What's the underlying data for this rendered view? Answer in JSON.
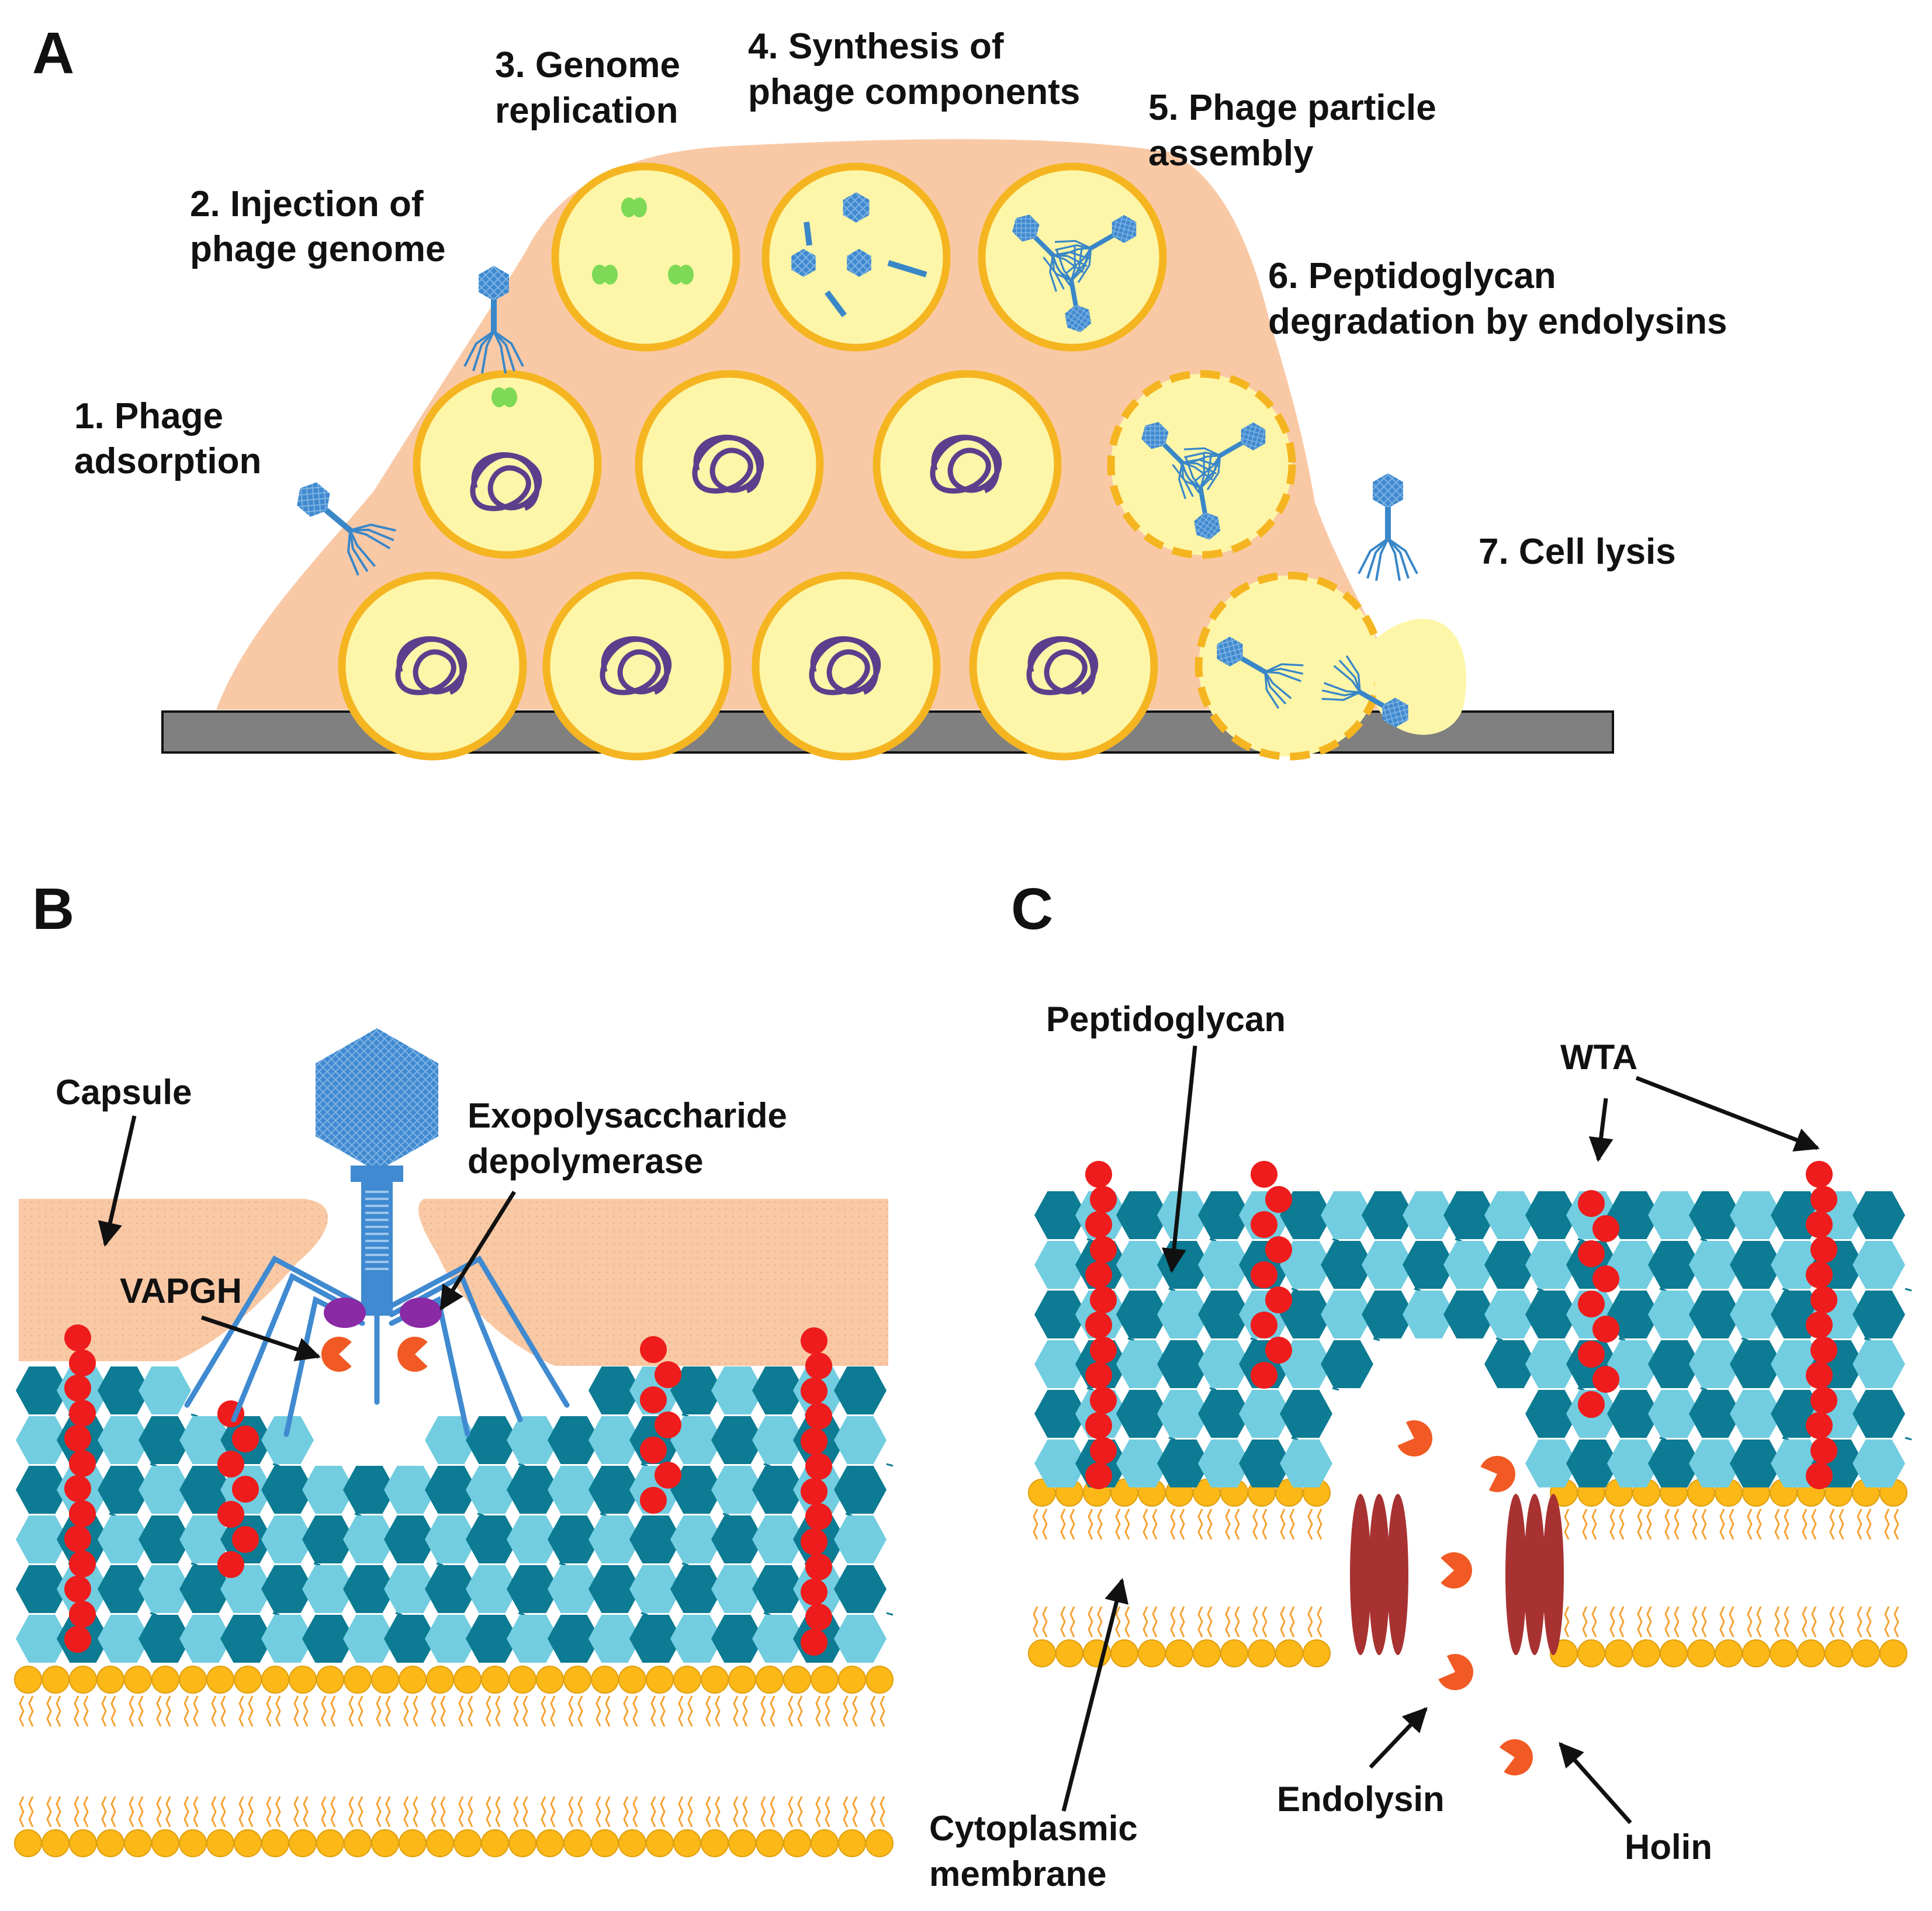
{
  "colors": {
    "biofilm": "#f9c9a6",
    "cell_fill": "#fdf6a8",
    "cell_border": "#f5b521",
    "dna": "#5b3f8c",
    "phage_genome": "#7ed957",
    "phage": "#3a87c8",
    "substrate": "#808080",
    "glycan_dark": "#0c7b93",
    "glycan_light": "#72cde0",
    "wta": "#ee1c1c",
    "lipid_head": "#fbb817",
    "lipid_tail": "#f4a233",
    "endolysin": "#f15a24",
    "holin": "#a83232",
    "depolymerase": "#8a2aa5",
    "capsule": "#f9c9a6"
  },
  "panel_a": {
    "letter": "A",
    "steps": [
      {
        "line1": "1. Phage",
        "line2": "adsorption"
      },
      {
        "line1": "2. Injection of",
        "line2": "phage genome"
      },
      {
        "line1": "3. Genome",
        "line2": "replication"
      },
      {
        "line1": "4. Synthesis of",
        "line2": "phage components"
      },
      {
        "line1": "5. Phage particle",
        "line2": "assembly"
      },
      {
        "line1": "6. Peptidoglycan",
        "line2": "degradation by endolysins"
      },
      {
        "line1": "7. Cell lysis",
        "line2": ""
      }
    ]
  },
  "panel_b": {
    "letter": "B",
    "capsule": "Capsule",
    "depolymerase_line1": "Exopolysaccharide",
    "depolymerase_line2": "depolymerase",
    "vapgh": "VAPGH"
  },
  "panel_c": {
    "letter": "C",
    "peptidoglycan": "Peptidoglycan",
    "wta": "WTA",
    "membrane_line1": "Cytoplasmic",
    "membrane_line2": "membrane",
    "endolysin": "Endolysin",
    "holin": "Holin"
  }
}
